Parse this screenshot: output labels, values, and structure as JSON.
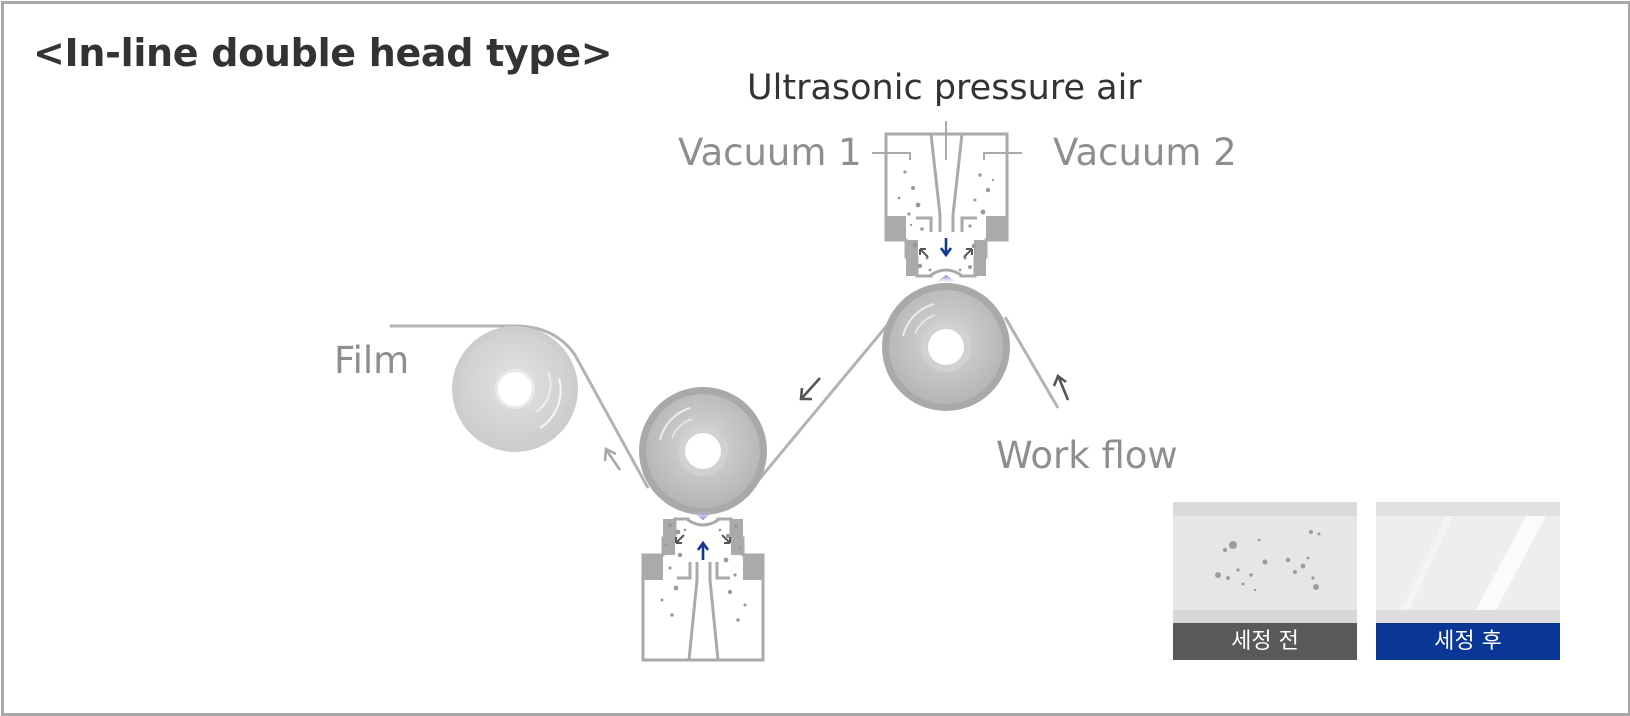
{
  "title": "<In-line double head type>",
  "labels": {
    "ultrasonic_air": "Ultrasonic pressure air",
    "vacuum_1": "Vacuum 1",
    "vacuum_2": "Vacuum 2",
    "film": "Film",
    "work_flow": "Work flow"
  },
  "cards": {
    "before": "세정 전",
    "after": "세정 후"
  },
  "colors": {
    "roller": "#c4c4c4",
    "head": "#aaaaaa",
    "air_arrow": "#123a8c",
    "before_caption": "#5a5959",
    "after_caption": "#0a3695",
    "title_text": "#333333",
    "label_text": "#8e8e8e"
  }
}
